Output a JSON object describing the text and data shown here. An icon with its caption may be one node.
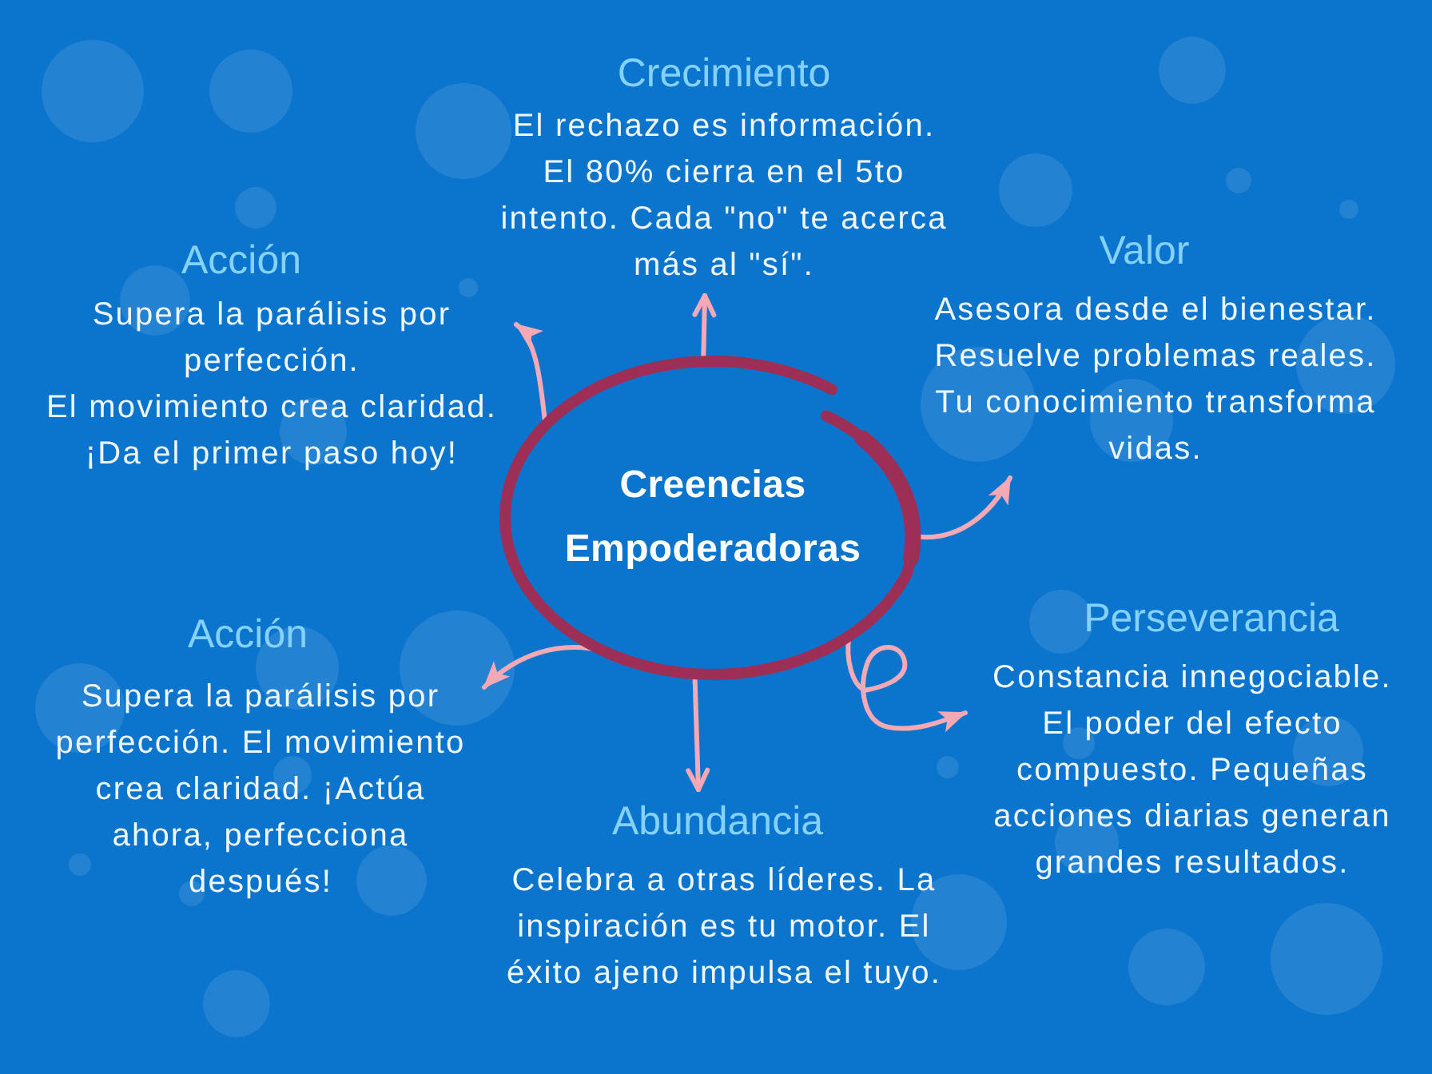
{
  "diagram": {
    "nodes": [
      {
        "text": [
          "Creencias Empoderadoras"
        ]
      },
      {
        "text": [
          "Crecimiento",
          "El rechazo es información. El 80% cierra en el 5to intento. Cada \"no\" te acerca más al \"sí\"."
        ]
      },
      {
        "text": [
          "Acción",
          "Supera la parálisis por perfección.",
          "El movimiento crea claridad. ¡Da el primer paso hoy!"
        ]
      },
      {
        "text": [
          "Valor",
          "Asesora desde el bienestar. Resuelve problemas reales. Tu conocimiento transforma vidas."
        ]
      },
      {
        "text": [
          "Acción",
          "Supera la parálisis por perfección. El movimiento crea claridad. ¡Actúa ahora, perfecciona después!"
        ]
      },
      {
        "text": [
          "Perseverancia",
          "Constancia innegociable. El poder del efecto compuesto. Pequeñas acciones diarias generan grandes resultados."
        ]
      },
      {
        "text": [
          "Abundancia",
          "Celebra a otras líderes. La inspiración es tu motor. El éxito ajeno impulsa el tuyo."
        ]
      }
    ],
    "edges": [
      {
        "from": 0,
        "to": 1,
        "arrow": "to"
      },
      {
        "from": 0,
        "to": 2,
        "arrow": "to"
      },
      {
        "from": 0,
        "to": 3,
        "arrow": "to"
      },
      {
        "from": 0,
        "to": 4,
        "arrow": "to"
      },
      {
        "from": 0,
        "to": 6,
        "arrow": "to"
      },
      {
        "from": 0,
        "to": 5,
        "arrow": "to"
      }
    ]
  }
}
